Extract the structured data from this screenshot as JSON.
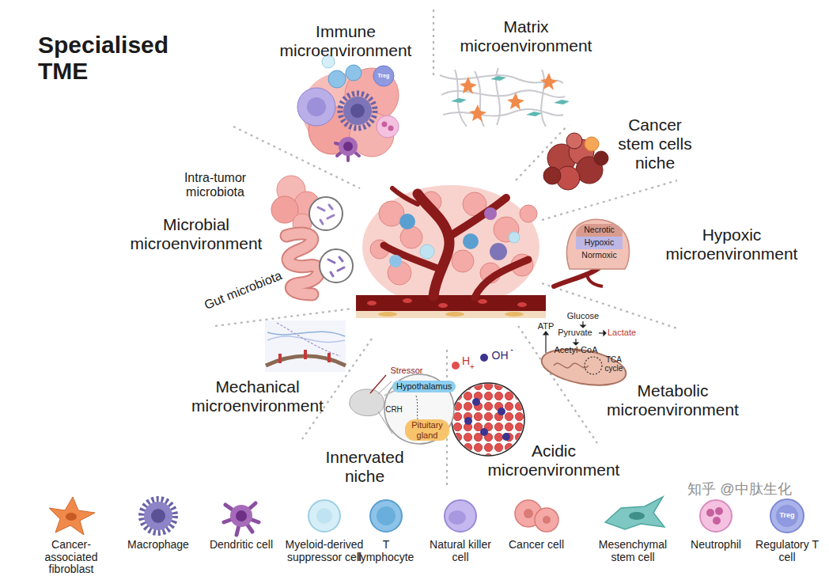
{
  "diagram": {
    "title": "Specialised TME",
    "nodes": [
      {
        "text": [
          "Necrotic"
        ]
      },
      {
        "text": [
          "Hypoxic"
        ]
      },
      {
        "text": [
          "Normoxic"
        ]
      },
      {
        "text": [
          "Hypothalamus"
        ]
      },
      {
        "text": [
          "Pituitary gland"
        ]
      }
    ],
    "labels": [
      "Immune microenvironment",
      "Matrix microenvironment",
      "Cancer stem cells niche",
      "Hypoxic microenvironment",
      "Metabolic microenvironment",
      "Acidic microenvironment",
      "Innervated niche",
      "Mechanical microenvironment",
      "Microbial microenvironment",
      "Intra-tumor microbiota",
      "Gut microbiota",
      "Treg",
      "Glucose",
      "Pyruvate",
      "Lactate",
      "Acetyl-CoA",
      "ATP",
      "TCA cycle",
      "H",
      "+",
      "OH",
      "-",
      "Stressor",
      "CRH",
      "Treg",
      "知乎 @中肽生化"
    ],
    "legend": [
      {
        "text": "Cancer-associated fibroblast"
      },
      {
        "text": "Macrophage"
      },
      {
        "text": "Dendritic cell"
      },
      {
        "text": "Myeloid-derived suppressor cell"
      },
      {
        "text": "T lymphocyte"
      },
      {
        "text": "Natural killer cell"
      },
      {
        "text": "Cancer cell"
      },
      {
        "text": "Mesenchymal stem cell"
      },
      {
        "text": "Neutrophil"
      },
      {
        "text": "Regulatory T cell"
      }
    ]
  }
}
